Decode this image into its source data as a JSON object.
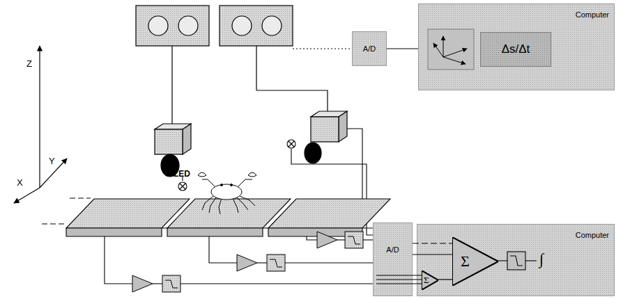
{
  "diagram": {
    "nodes": [
      {
        "text": [
          "A/D"
        ]
      },
      {
        "text": [
          "Computer"
        ]
      },
      {
        "text": [
          "Δs/Δt"
        ],
        "in": 1
      },
      {
        "text": [
          "A/D"
        ]
      },
      {
        "text": [
          "Computer"
        ]
      },
      {
        "text": [
          "Σ"
        ],
        "in": 4
      },
      {
        "text": [
          "Σ"
        ],
        "in": 4
      }
    ],
    "edges": [
      {
        "from": 0,
        "to": 1,
        "arrow": "none"
      },
      {
        "from": 3,
        "to": 5,
        "arrow": "none"
      },
      {
        "from": 3,
        "to": 5,
        "arrow": "none"
      },
      {
        "from": 6,
        "to": 5,
        "arrow": "none"
      }
    ],
    "labels": [
      "Z",
      "Y",
      "X",
      "LED",
      "∫"
    ]
  }
}
